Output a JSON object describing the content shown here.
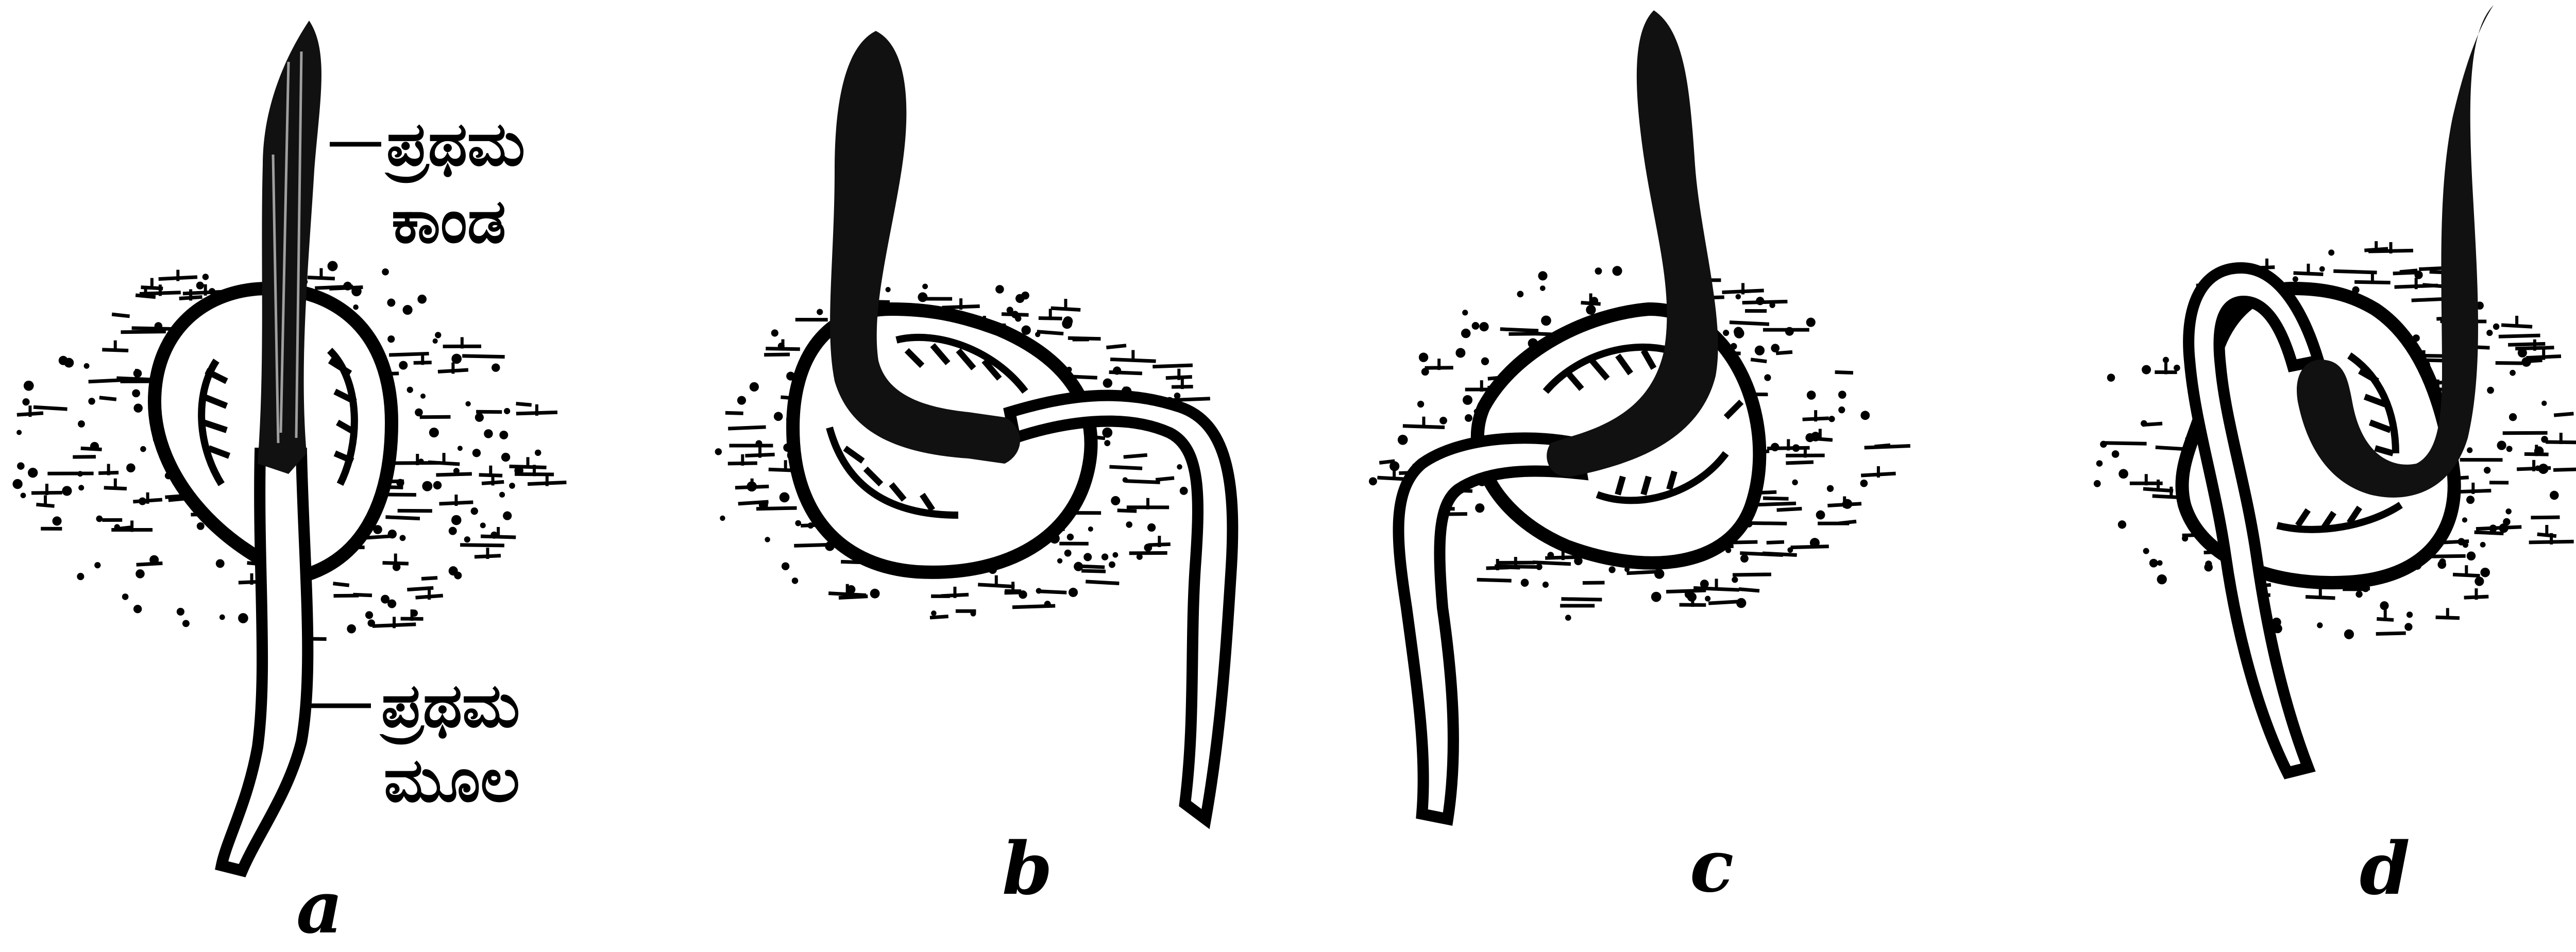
{
  "figure": {
    "panels": [
      {
        "id": "a",
        "label": "a"
      },
      {
        "id": "b",
        "label": "b"
      },
      {
        "id": "c",
        "label": "c"
      },
      {
        "id": "d",
        "label": "d"
      }
    ],
    "annotations": {
      "shoot_line1": "ಪ್ರಥಮ",
      "shoot_line2": "ಕಾಂಡ",
      "root_line1": "ಪ್ರಥಮ",
      "root_line2": "ಮೂಲ"
    },
    "colors": {
      "ink": "#000000",
      "paper": "#ffffff"
    }
  }
}
